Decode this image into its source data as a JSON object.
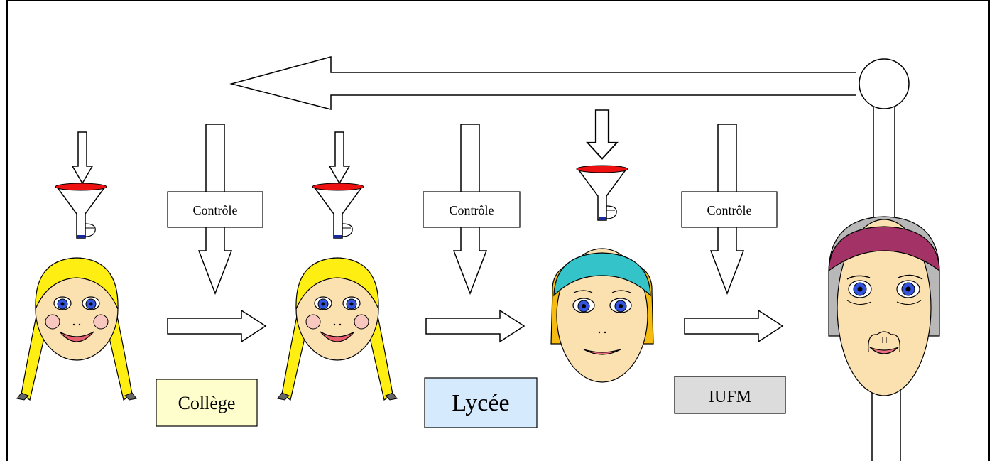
{
  "controls": {
    "label": "Contrôle"
  },
  "schools": {
    "college": {
      "label": "Collège",
      "fill": "#fefecc"
    },
    "lycee": {
      "label": "Lycée",
      "fill": "#d6eafd"
    },
    "iufm": {
      "label": "IUFM",
      "fill": "#dcdcdc"
    }
  },
  "colors": {
    "funnel_rim": "#ee1111",
    "hair_blonde": "#ffee11",
    "skin": "#fbe0b0",
    "eye_iris": "#3355dd",
    "headband_teal": "#33c3c8",
    "hair_orange": "#f5bb10",
    "headscarf": "#a33366",
    "hair_grey": "#b8b8b8"
  }
}
